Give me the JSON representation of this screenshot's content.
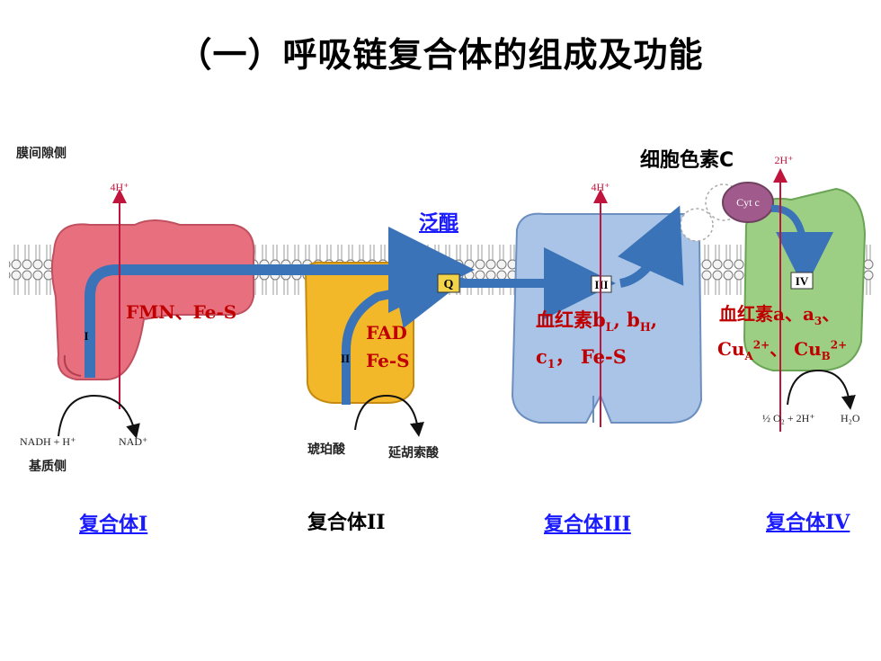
{
  "title": "（一）呼吸链复合体的组成及功能",
  "side_labels": {
    "intermembrane": "膜间隙侧",
    "matrix": "基质侧"
  },
  "cytochrome_c_label": "细胞色素C",
  "ubiquinone_link": "泛醌",
  "complex_numerals": {
    "c1": "I",
    "c2": "II",
    "c3": "III",
    "c4": "IV",
    "q": "Q",
    "cytc": "Cyt c"
  },
  "protons": {
    "c1": "4H⁺",
    "c3": "4H⁺",
    "c4": "2H⁺"
  },
  "cofactors": {
    "c1": "FMN、Fe-S",
    "c2_line1": "FAD",
    "c2_line2": "Fe-S",
    "c3_line1_prefix": "血红素b",
    "c3_sub_L": "L",
    "c3_sep": ", b",
    "c3_sub_H": "H",
    "c3_line1_suffix": ",",
    "c3_line2_prefix": "c",
    "c3_sub_1": "1",
    "c3_line2_suffix": "， Fe-S",
    "c4_line1": "血红素a、a",
    "c4_sub_3": "3",
    "c4_line1_suffix": "、",
    "c4_cu": "Cu",
    "c4_sub_A": "A",
    "c4_sup_A": "2+",
    "c4_mid": "、 Cu",
    "c4_sub_B": "B",
    "c4_sup_B": "2+"
  },
  "substrates": {
    "nadh": "NADH + H⁺",
    "nad": "NAD⁺",
    "succinate": "琥珀酸",
    "fumarate": "延胡索酸",
    "oxygen": "½ O₂ + 2H⁺",
    "water": "H₂O"
  },
  "bottom_labels": {
    "c1": "复合体I",
    "c2": "复合体II",
    "c3": "复合体III",
    "c4": "复合体IV"
  },
  "colors": {
    "complex1": "#e8707e",
    "complex2": "#f2b82a",
    "complex3": "#a9c4e6",
    "complex4": "#9ccf84",
    "cytc": "#a05a8c",
    "arrow": "#3a73b8",
    "proton_line": "#c0143c",
    "cofactor_text": "#c00000",
    "link": "#1a1aff"
  }
}
